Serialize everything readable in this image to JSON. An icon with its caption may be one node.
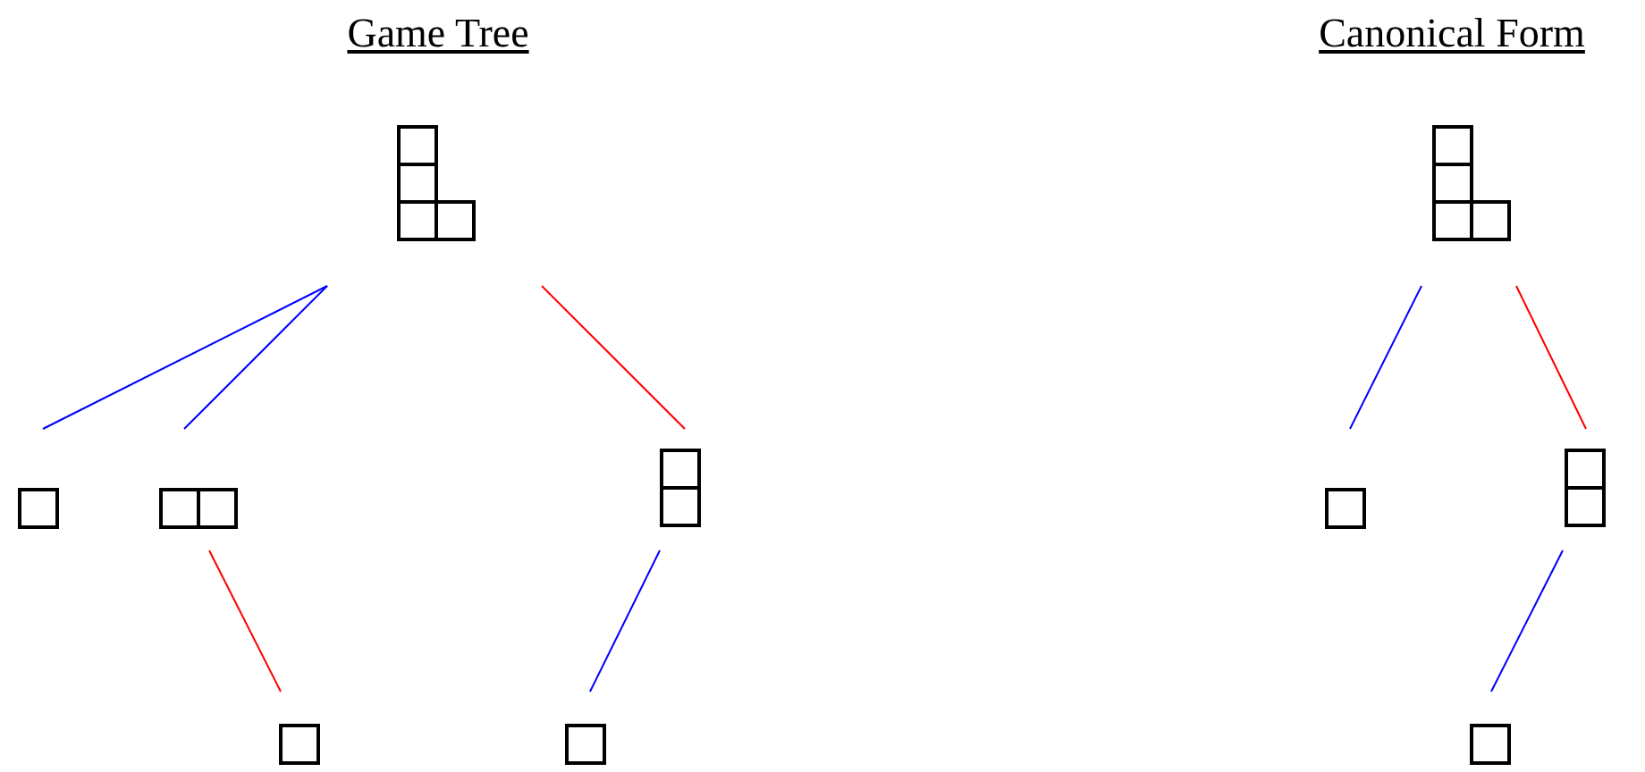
{
  "diagram": {
    "nodes": [
      {
        "text": [],
        "shape": "box"
      },
      {
        "text": [],
        "shape": "box"
      },
      {
        "text": [],
        "shape": "box"
      },
      {
        "text": [],
        "shape": "box"
      },
      {
        "text": [],
        "shape": "box"
      },
      {
        "text": [],
        "shape": "box"
      },
      {
        "text": [],
        "shape": "box"
      },
      {
        "text": [],
        "shape": "box"
      },
      {
        "text": [],
        "shape": "box"
      },
      {
        "text": [],
        "shape": "box"
      }
    ],
    "edges": [
      {
        "from": 0,
        "to": 1,
        "arrow": "none"
      },
      {
        "from": 0,
        "to": 2,
        "arrow": "none"
      },
      {
        "from": 0,
        "to": 3,
        "arrow": "none",
        "color": "#ff0000"
      },
      {
        "from": 2,
        "to": 4,
        "arrow": "none",
        "color": "#ff0000"
      },
      {
        "from": 3,
        "to": 5,
        "arrow": "none"
      },
      {
        "from": 6,
        "to": 7,
        "arrow": "none"
      },
      {
        "from": 6,
        "to": 8,
        "arrow": "none",
        "color": "#ff0000"
      },
      {
        "from": 8,
        "to": 9,
        "arrow": "none"
      }
    ],
    "labels": [
      "Game Tree",
      "Canonical Form"
    ]
  }
}
